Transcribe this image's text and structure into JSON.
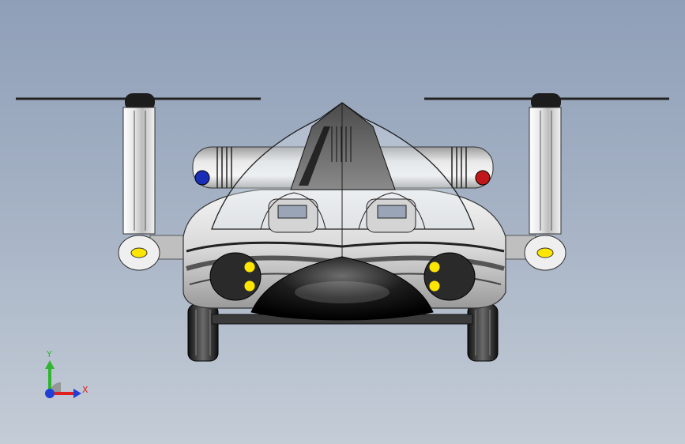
{
  "app": {
    "window_title": ""
  },
  "viewport": {
    "background_top": "#8f9fb8",
    "background_bottom": "#c4ccd6"
  },
  "model": {
    "description_icon": "flying-car-model",
    "body_color": "#e9eaea",
    "accent_dark": "#2a2a2a",
    "lamp_color": "#ffe600",
    "nav_light_left": "#1a2db5",
    "nav_light_right": "#c0181a"
  },
  "triad": {
    "y_label": "Y",
    "x_label": "X",
    "y_color": "#2fb52f",
    "x_color": "#e02020",
    "z_color": "#1f3fd6"
  }
}
